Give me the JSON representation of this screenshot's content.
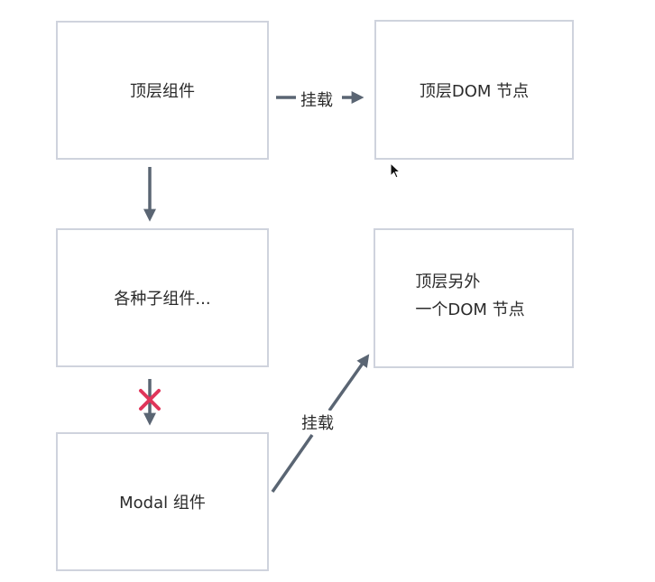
{
  "nodes": {
    "top_component": "顶层组件",
    "top_dom_node": "顶层DOM 节点",
    "child_components": "各种子组件...",
    "other_dom_line1": "顶层另外",
    "other_dom_line2": "一个DOM 节点",
    "modal_component": "Modal 组件"
  },
  "edges": {
    "mount_label_top": "挂载",
    "mount_label_modal": "挂载"
  },
  "colors": {
    "box_border": "#cfd3dd",
    "arrow": "#5a6573",
    "blocked_x": "#e0355a"
  },
  "icons": {
    "blocked": "cross-icon",
    "pointer": "cursor-icon"
  }
}
